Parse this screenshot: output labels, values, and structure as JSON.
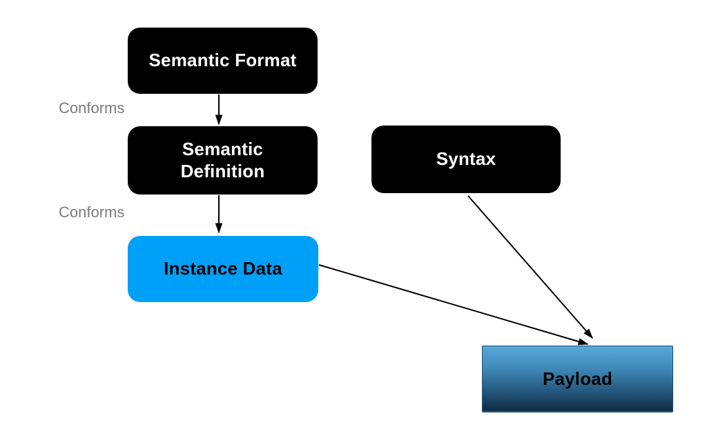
{
  "diagram": {
    "nodes": {
      "semantic_format": {
        "label": "Semantic Format",
        "fill": "#000000",
        "text_color": "#ffffff"
      },
      "semantic_definition": {
        "label": "Semantic Definition",
        "fill": "#000000",
        "text_color": "#ffffff"
      },
      "syntax": {
        "label": "Syntax",
        "fill": "#000000",
        "text_color": "#ffffff"
      },
      "instance_data": {
        "label": "Instance Data",
        "fill": "#00a0f8",
        "text_color": "#000000"
      },
      "payload": {
        "label": "Payload",
        "fill_gradient_top": "#58a9dc",
        "fill_gradient_bottom": "#102c44",
        "text_color": "#000000"
      }
    },
    "edge_labels": [
      {
        "text": "Conforms"
      },
      {
        "text": "Conforms"
      }
    ],
    "edges": [
      {
        "from": "semantic_format",
        "to": "semantic_definition",
        "label": "Conforms"
      },
      {
        "from": "semantic_definition",
        "to": "instance_data",
        "label": "Conforms"
      },
      {
        "from": "instance_data",
        "to": "payload",
        "label": ""
      },
      {
        "from": "syntax",
        "to": "payload",
        "label": ""
      }
    ],
    "colors": {
      "node_black": "#000000",
      "node_blue": "#00a0f8",
      "payload_top": "#58a9dc",
      "payload_bottom": "#102c44",
      "label_gray": "#7b7b7b",
      "arrow": "#000000",
      "bg": "#ffffff"
    }
  }
}
